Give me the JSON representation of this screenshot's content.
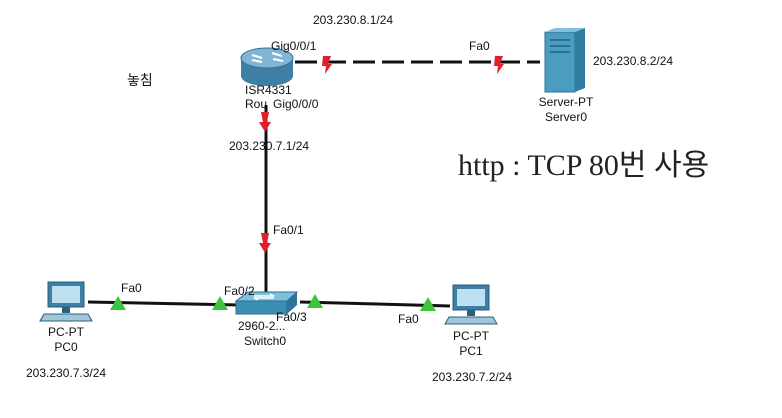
{
  "note_missed": "놓침",
  "note_http": "http : TCP 80번 사용",
  "devices": {
    "router": {
      "model": "ISR4331",
      "name": "Rou",
      "gig001": "Gig0/0/1",
      "gig000": "Gig0/0/0"
    },
    "server": {
      "type": "Server-PT",
      "name": "Server0",
      "port": "Fa0",
      "ip": "203.230.8.2/24"
    },
    "switch": {
      "type": "2960-2...",
      "name": "Switch0",
      "fa01": "Fa0/1",
      "fa02": "Fa0/2",
      "fa03": "Fa0/3"
    },
    "pc0": {
      "type": "PC-PT",
      "name": "PC0",
      "port": "Fa0",
      "ip": "203.230.7.3/24"
    },
    "pc1": {
      "type": "PC-PT",
      "name": "PC1",
      "port": "Fa0",
      "ip": "203.230.7.2/24"
    }
  },
  "links": {
    "router_server_ip": "203.230.8.1/24",
    "router_switch_ip": "203.230.7.1/24"
  },
  "colors": {
    "link_down": "#e01e2e",
    "link_up": "#3cc43c",
    "router": "#4d8fb5",
    "switch": "#3d8fb2",
    "server": "#4a9dc0"
  }
}
